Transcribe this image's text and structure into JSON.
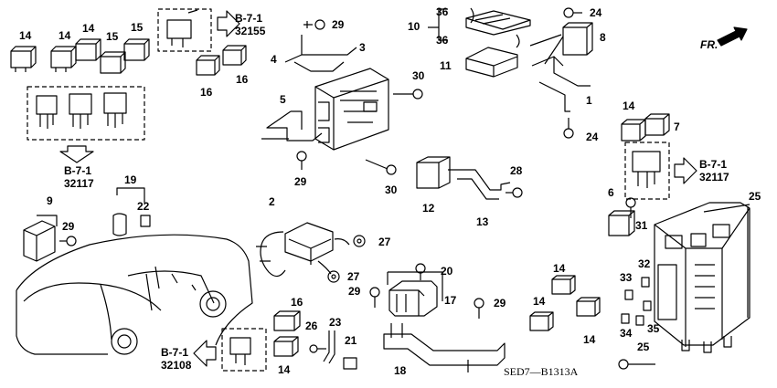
{
  "diagram_code": "SED7—B1313A",
  "direction_label": "FR.",
  "references": [
    {
      "id": "ref-b71-32155",
      "line1": "B-7-1",
      "line2": "32155"
    },
    {
      "id": "ref-b71-32117-left",
      "line1": "B-7-1",
      "line2": "32117"
    },
    {
      "id": "ref-b71-32117-right",
      "line1": "B-7-1",
      "line2": "32117"
    },
    {
      "id": "ref-b71-32108",
      "line1": "B-7-1",
      "line2": "32108"
    }
  ],
  "callouts": [
    "14",
    "14",
    "14",
    "15",
    "15",
    "16",
    "16",
    "29",
    "4",
    "3",
    "5",
    "30",
    "29",
    "30",
    "10",
    "36",
    "36",
    "11",
    "24",
    "8",
    "1",
    "24",
    "2",
    "27",
    "27",
    "28",
    "12",
    "13",
    "9",
    "29",
    "19",
    "22",
    "20",
    "29",
    "17",
    "29",
    "16",
    "26",
    "23",
    "21",
    "18",
    "14",
    "14",
    "14",
    "14",
    "14",
    "7",
    "6",
    "25",
    "31",
    "32",
    "33",
    "35",
    "34",
    "25"
  ]
}
